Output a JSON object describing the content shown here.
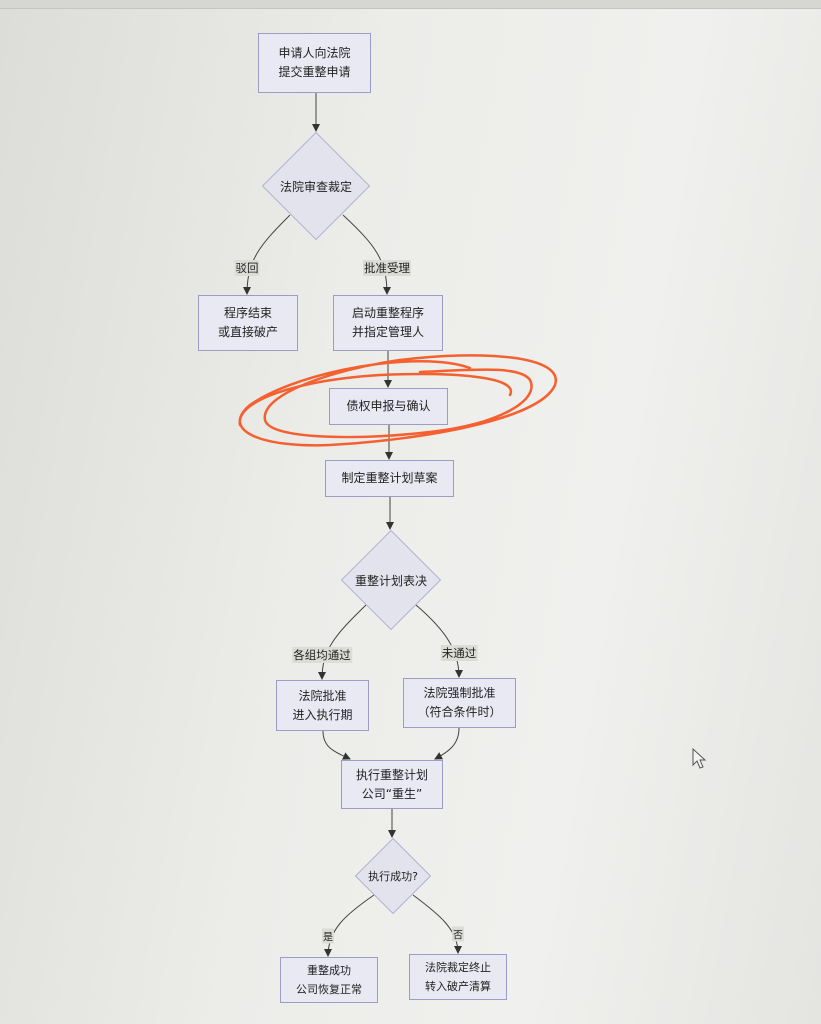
{
  "nodes": {
    "submit": [
      "申请人向法院",
      "提交重整申请"
    ],
    "court_review": "法院审查裁定",
    "end_or_bankrupt": [
      "程序结束",
      "或直接破产"
    ],
    "start_reorg": [
      "启动重整程序",
      "并指定管理人"
    ],
    "claims": "债权申报与确认",
    "draft_plan": "制定重整计划草案",
    "plan_vote": "重整计划表决",
    "court_approve": [
      "法院批准",
      "进入执行期"
    ],
    "court_force": [
      "法院强制批准",
      "（符合条件时）"
    ],
    "execute": [
      "执行重整计划",
      "公司“重生”"
    ],
    "exec_success": "执行成功?",
    "success": [
      "重整成功",
      "公司恢复正常"
    ],
    "terminate": [
      "法院裁定终止",
      "转入破产清算"
    ]
  },
  "edge_labels": {
    "reject": "驳回",
    "accept": "批准受理",
    "all_pass": "各组均通过",
    "not_pass": "未通过",
    "yes": "是",
    "no": "否"
  },
  "colors": {
    "node_fill": "#e9e9f3",
    "node_border": "#9d9cc6",
    "annotation": "#f4602f"
  }
}
